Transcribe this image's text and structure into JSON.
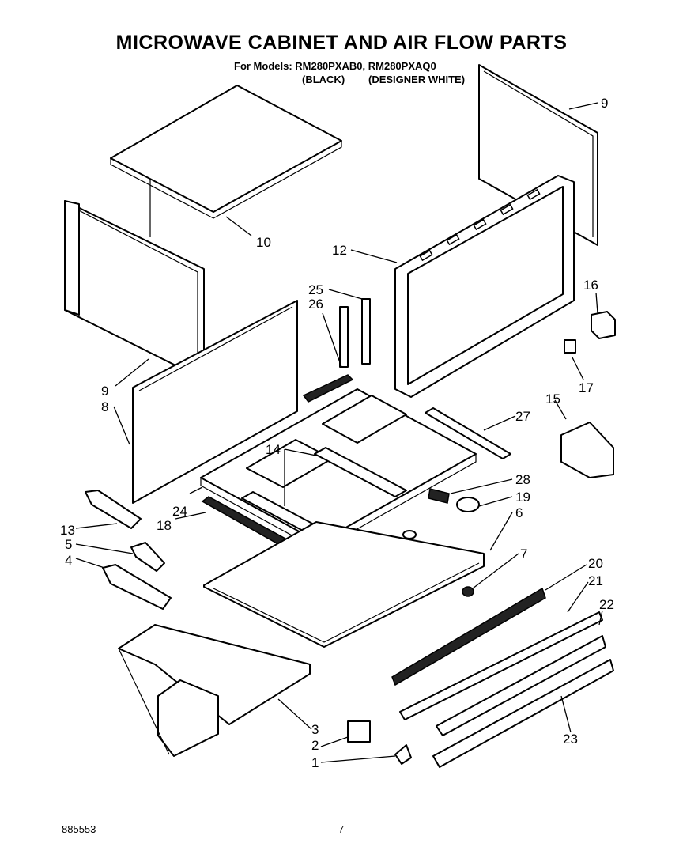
{
  "header": {
    "title": "MICROWAVE CABINET AND AIR FLOW PARTS",
    "models_line": "For Models: RM280PXAB0,     RM280PXAQ0",
    "finish_black": "(BLACK)",
    "finish_white": "(DESIGNER WHITE)"
  },
  "footer": {
    "doc_number": "885553",
    "page_number": "7"
  },
  "callouts": {
    "c1": "1",
    "c2": "2",
    "c3": "3",
    "c4": "4",
    "c5": "5",
    "c6": "6",
    "c7": "7",
    "c8": "8",
    "c9a": "9",
    "c9b": "9",
    "c10": "10",
    "c12": "12",
    "c13": "13",
    "c14": "14",
    "c15": "15",
    "c16": "16",
    "c17": "17",
    "c18": "18",
    "c19": "19",
    "c20": "20",
    "c21": "21",
    "c22": "22",
    "c23": "23",
    "c24": "24",
    "c25": "25",
    "c26": "26",
    "c27": "27",
    "c28": "28"
  }
}
